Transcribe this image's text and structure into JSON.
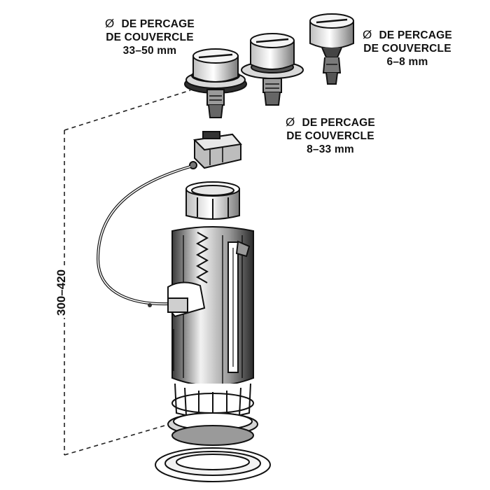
{
  "labels": {
    "large_cap": {
      "symbol": "Ø",
      "line1": "DE PERCAGE",
      "line2": "DE COUVERCLE",
      "line3": "33–50 mm"
    },
    "small_cap": {
      "symbol": "Ø",
      "line1": "DE PERCAGE",
      "line2": "DE COUVERCLE",
      "line3": "6–8 mm"
    },
    "medium_cap": {
      "symbol": "Ø",
      "line1": "DE PERCAGE",
      "line2": "DE COUVERCLE",
      "line3": "8–33 mm"
    }
  },
  "dimension": {
    "height_range": "300–420"
  }
}
